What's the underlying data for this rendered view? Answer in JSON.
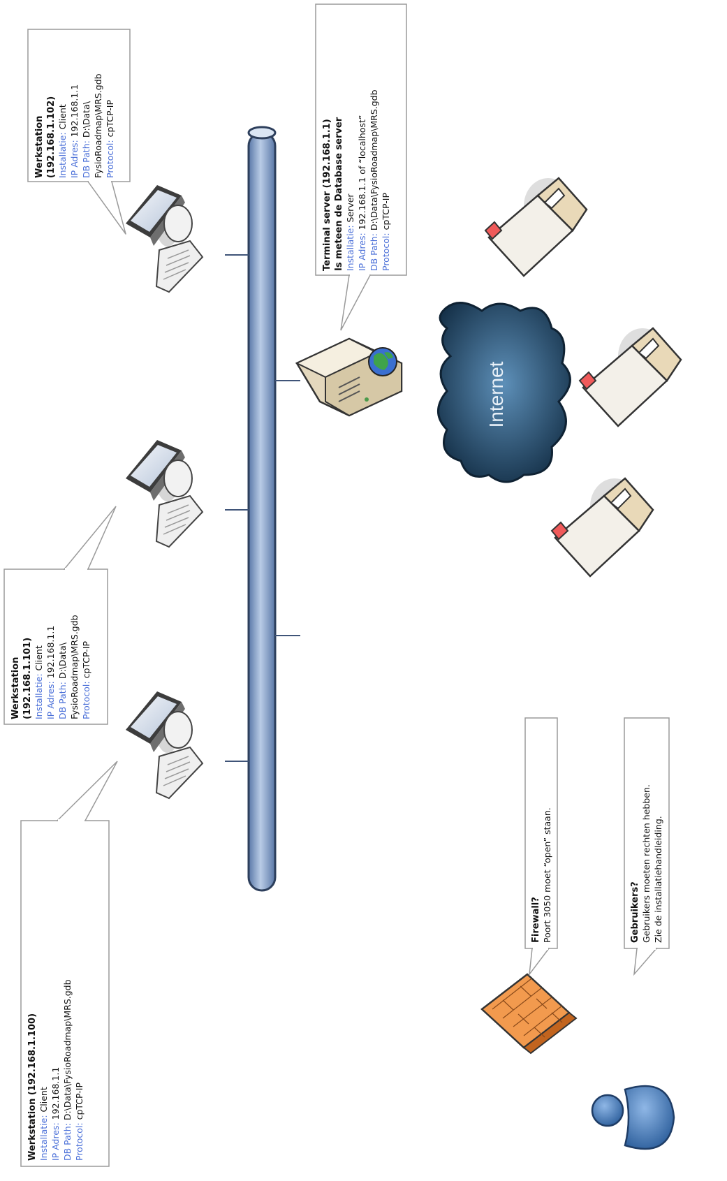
{
  "colors": {
    "label_blue": "#4a6fd8",
    "text": "#111111",
    "bus_fill": "#7f9cc8",
    "cloud": "#3d6685",
    "firewall": "#f08a3a",
    "user": "#4f82c0"
  },
  "workstation_100": {
    "title": "Werkstation (192.168.1.100)",
    "rows": [
      {
        "label": "Installatie:",
        "value": " Client"
      },
      {
        "label": "IP Adres:",
        "value": " 192.168.1.1"
      },
      {
        "label": "DB Path:",
        "value": " D:\\Data\\FysioRoadmap\\MRS.gdb"
      },
      {
        "label": "Protocol:",
        "value": " cpTCP-IP"
      }
    ]
  },
  "workstation_101": {
    "title_line1": "Werkstation",
    "title_line2": "(192.168.1.101)",
    "rows": [
      {
        "label": "Installatie:",
        "value": " Client"
      },
      {
        "label": "IP Adres:",
        "value": " 192.168.1.1"
      },
      {
        "label": "DB Path:",
        "value": " D:\\Data\\"
      }
    ],
    "path_cont": "FysioRoadmap\\MRS.gdb",
    "protocol": {
      "label": "Protocol:",
      "value": " cpTCP-IP"
    }
  },
  "workstation_102": {
    "title_line1": "Werkstation",
    "title_line2": "(192.168.1.102)",
    "rows": [
      {
        "label": "Installatie:",
        "value": " Client"
      },
      {
        "label": "IP Adres:",
        "value": " 192.168.1.1"
      },
      {
        "label": "DB Path:",
        "value": " D:\\Data\\"
      }
    ],
    "path_cont": "FysioRoadmap\\MRS.gdb",
    "protocol": {
      "label": "Protocol:",
      "value": " cpTCP-IP"
    }
  },
  "server": {
    "title_line1": "Terminal server (192.168.1.1)",
    "title_line2": "Is meteen de Database server",
    "rows": [
      {
        "label": "Installatie:",
        "value": " Server"
      },
      {
        "label": "IP Adres:",
        "value": " 192.168.1.1 of “localhost”"
      },
      {
        "label": "DB Path:",
        "value": " D:\\Data\\FysioRoadmap\\MRS.gdb"
      },
      {
        "label": "Protocol:",
        "value": " cpTCP-IP"
      }
    ]
  },
  "internet": {
    "label": "Internet"
  },
  "firewall": {
    "title": "Firewall?",
    "text": "Poort 3050 moet “open” staan."
  },
  "users": {
    "title": "Gebruikers?",
    "line1": "Gebruikers moeten rechten hebben.",
    "line2": "Zie de installatiehandleiding."
  }
}
